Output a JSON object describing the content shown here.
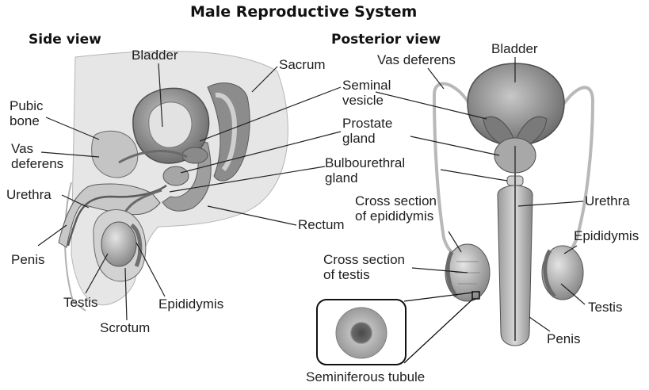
{
  "title": "Male Reproductive System",
  "side_view": {
    "heading": "Side view",
    "labels": {
      "bladder": "Bladder",
      "sacrum": "Sacrum",
      "seminal_vesicle": "Seminal\nvesicle",
      "pubic_bone": "Pubic\nbone",
      "prostate_gland": "Prostate\ngland",
      "vas_deferens": "Vas\ndeferens",
      "bulbourethral_gland": "Bulbourethral\ngland",
      "urethra": "Urethra",
      "rectum": "Rectum",
      "penis": "Penis",
      "testis": "Testis",
      "epididymis": "Epididymis",
      "scrotum": "Scrotum"
    }
  },
  "posterior_view": {
    "heading": "Posterior view",
    "labels": {
      "vas_deferens": "Vas deferens",
      "bladder": "Bladder",
      "cross_section_epididymis": "Cross section\nof epididymis",
      "urethra": "Urethra",
      "epididymis": "Epididymis",
      "cross_section_testis": "Cross section\nof testis",
      "testis": "Testis",
      "penis": "Penis",
      "seminiferous_tubule": "Seminiferous tubule"
    }
  },
  "colors": {
    "tissue_light": "#d4d4d4",
    "tissue_mid": "#b0b0b0",
    "tissue_dark": "#7e7e7e",
    "body_fill": "#e6e6e6",
    "leader_line": "#222222",
    "text": "#1e1e1e"
  }
}
